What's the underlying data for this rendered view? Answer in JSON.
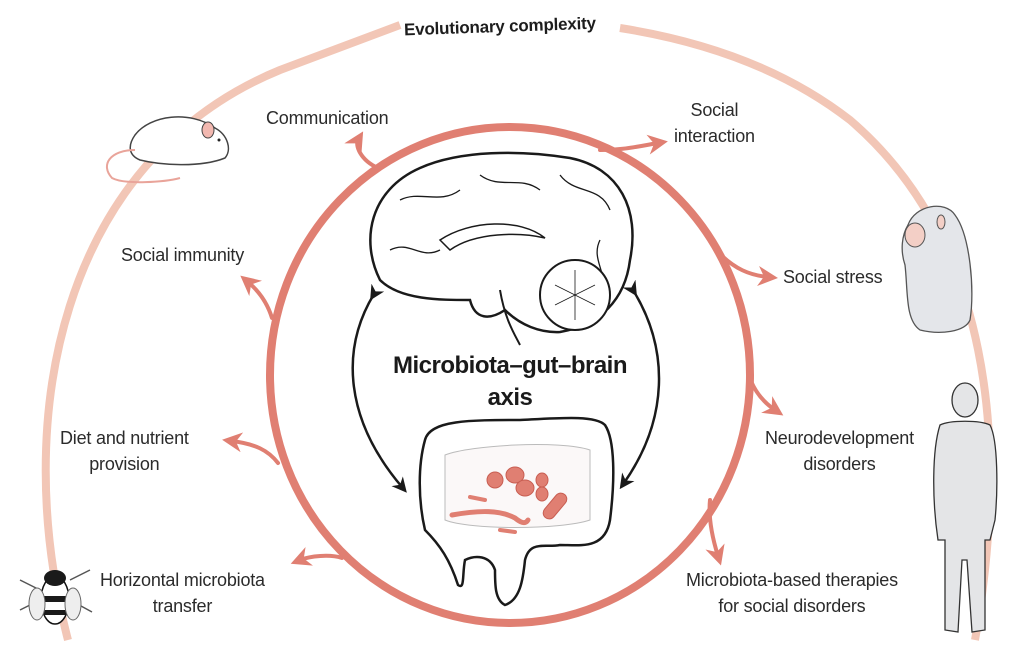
{
  "diagram": {
    "header": "Evolutionary complexity",
    "center_label": [
      "Microbiota–gut–brain",
      "axis"
    ],
    "outcomes": [
      {
        "id": "communication",
        "lines": [
          "Communication"
        ]
      },
      {
        "id": "social-interaction",
        "lines": [
          "Social",
          "interaction"
        ]
      },
      {
        "id": "social-immunity",
        "lines": [
          "Social immunity"
        ]
      },
      {
        "id": "social-stress",
        "lines": [
          "Social stress"
        ]
      },
      {
        "id": "diet-nutrient",
        "lines": [
          "Diet and nutrient",
          "provision"
        ]
      },
      {
        "id": "neurodevelopment",
        "lines": [
          "Neurodevelopment",
          "disorders"
        ]
      },
      {
        "id": "horizontal-transfer",
        "lines": [
          "Horizontal microbiota",
          "transfer"
        ]
      },
      {
        "id": "therapies",
        "lines": [
          "Microbiota-based therapies",
          "for social disorders"
        ]
      }
    ],
    "organisms": [
      "bee",
      "mouse",
      "chimpanzee",
      "human"
    ],
    "center_illustrations": [
      "brain",
      "gut-with-microbes"
    ],
    "colors": {
      "inner_ring": "#e07f72",
      "outer_arc": "#f2c6b6",
      "text": "#2b2b2b",
      "arrow_black": "#1a1a1a",
      "microbe": "#e07f72"
    }
  }
}
